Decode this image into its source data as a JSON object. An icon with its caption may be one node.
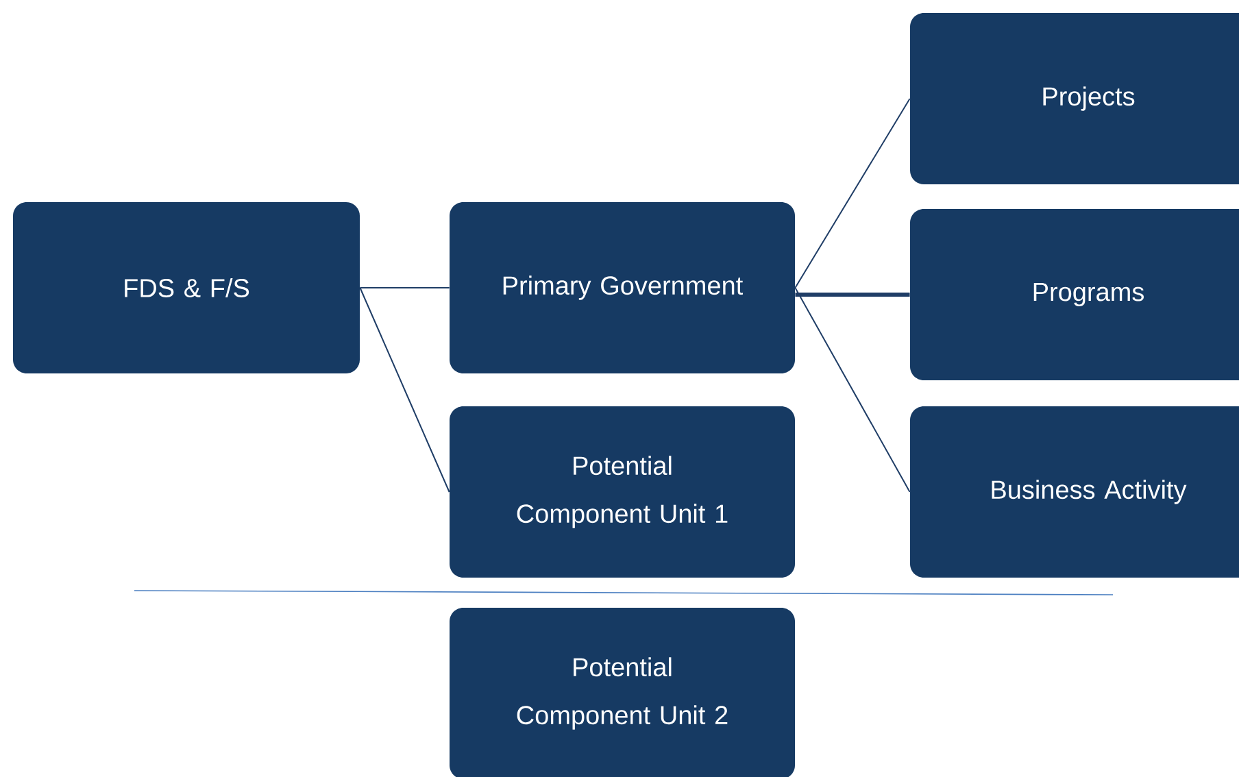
{
  "diagram": {
    "nodes": [
      {
        "text": [
          "FDS & F/S"
        ]
      },
      {
        "text": [
          "Primary Government"
        ]
      },
      {
        "text": [
          "Potential Component Unit 1"
        ]
      },
      {
        "text": [
          "Potential Component Unit 2"
        ]
      },
      {
        "text": [
          "Projects"
        ]
      },
      {
        "text": [
          "Programs"
        ]
      },
      {
        "text": [
          "Business Activity"
        ]
      }
    ],
    "edges": [
      {
        "from": 0,
        "to": 1,
        "arrow": "none"
      },
      {
        "from": 0,
        "to": 2,
        "arrow": "none"
      },
      {
        "from": 1,
        "to": 4,
        "arrow": "none"
      },
      {
        "from": 1,
        "to": 5,
        "arrow": "none",
        "style": "thick"
      },
      {
        "from": 1,
        "to": 6,
        "arrow": "none"
      }
    ]
  }
}
